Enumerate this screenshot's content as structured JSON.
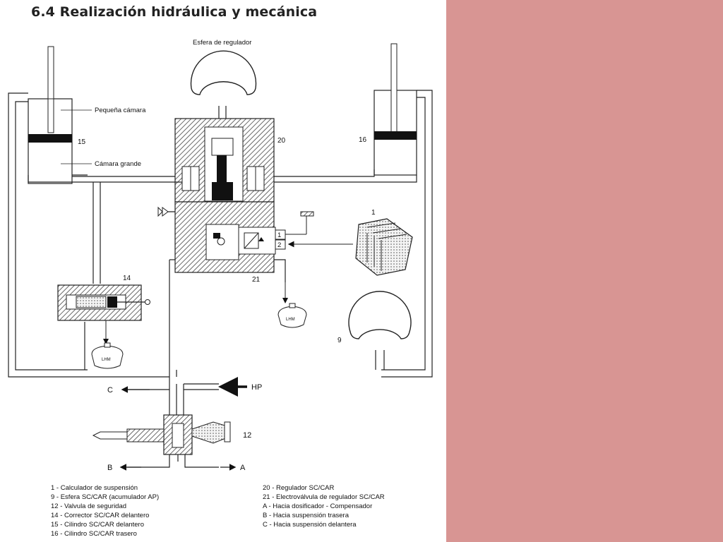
{
  "page": {
    "title": "6.4 Realización hidráulica y mecánica",
    "side_panel_color": "#d89593"
  },
  "diagram": {
    "labels": {
      "sphere_top": "Esfera de regulador",
      "small_chamber": "Pequeña cámara",
      "large_chamber": "Cámara grande",
      "n15": "15",
      "n16": "16",
      "n20": "20",
      "n21": "21",
      "n14": "14",
      "n9": "9",
      "n1": "1",
      "n12": "12",
      "port1": "1",
      "port2": "2",
      "lhm": "LHM",
      "c": "C",
      "hp": "HP",
      "b": "B",
      "a": "A"
    }
  },
  "legend": {
    "left": [
      "1 -   Calculador de suspensión",
      "9 -   Esfera SC/CAR (acumulador AP)",
      "12 - Valvula de seguridad",
      "14 - Corrector SC/CAR delantero",
      "15 - Cilindro SC/CAR delantero",
      "16 - Cilindro SC/CAR trasero"
    ],
    "right": [
      "20 - Regulador SC/CAR",
      "21 - Electroválvula de regulador SC/CAR",
      "A -   Hacia dosificador - Compensador",
      "B -   Hacia suspensión trasera",
      "C -   Hacia suspensión delantera"
    ]
  }
}
